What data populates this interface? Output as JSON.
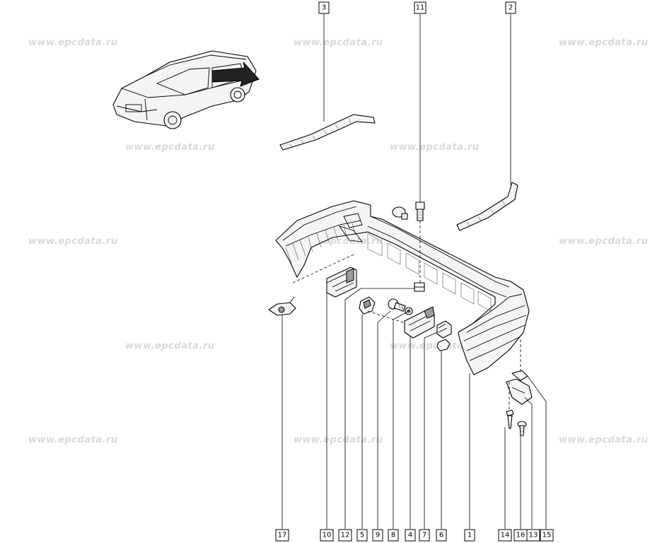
{
  "watermark": "www.epcdata.ru",
  "callouts": [
    {
      "id": "c3",
      "label": "3"
    },
    {
      "id": "c11",
      "label": "11"
    },
    {
      "id": "c2",
      "label": "2"
    },
    {
      "id": "c17",
      "label": "17"
    },
    {
      "id": "c10",
      "label": "10"
    },
    {
      "id": "c12",
      "label": "12"
    },
    {
      "id": "c5",
      "label": "5"
    },
    {
      "id": "c9",
      "label": "9"
    },
    {
      "id": "c8",
      "label": "8"
    },
    {
      "id": "c4",
      "label": "4"
    },
    {
      "id": "c7",
      "label": "7"
    },
    {
      "id": "c6",
      "label": "6"
    },
    {
      "id": "c1",
      "label": "1"
    },
    {
      "id": "c14",
      "label": "14"
    },
    {
      "id": "c16",
      "label": "16"
    },
    {
      "id": "c13",
      "label": "13"
    },
    {
      "id": "c15",
      "label": "15"
    }
  ]
}
